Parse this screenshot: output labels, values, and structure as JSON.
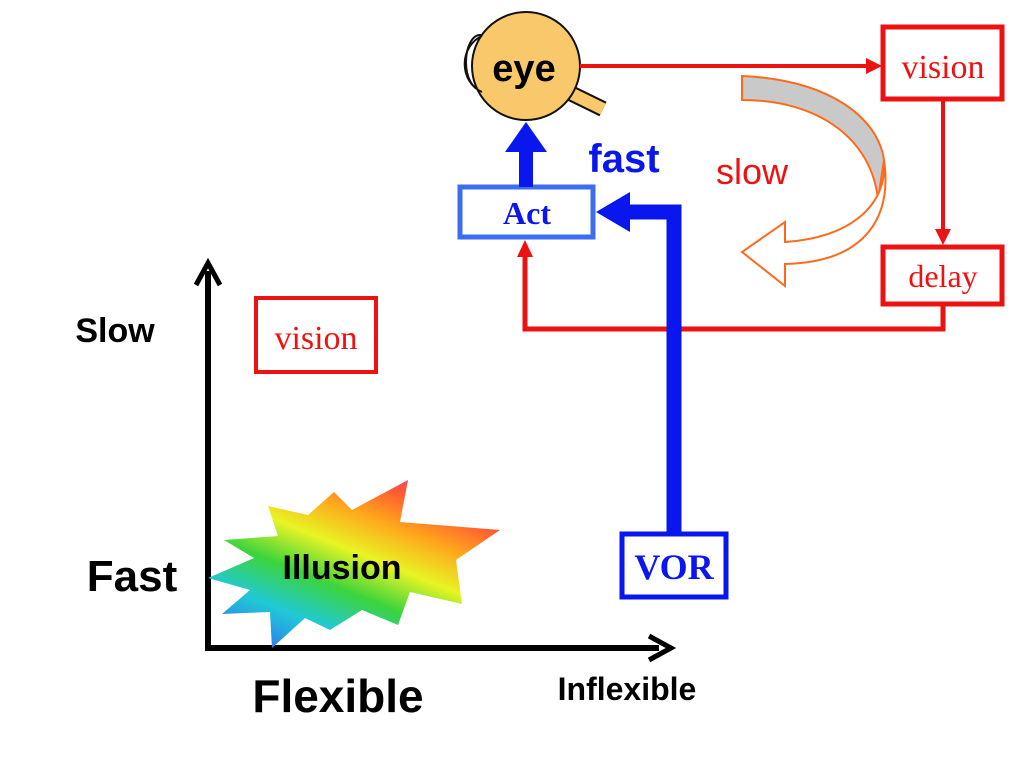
{
  "diagram": {
    "eye_label": "eye",
    "vision_label": "vision",
    "delay_label": "delay",
    "act_label": "Act",
    "vor_label": "VOR",
    "fast_label": "fast",
    "slow_label": "slow"
  },
  "graph": {
    "y_slow_label": "Slow",
    "y_fast_label": "Fast",
    "x_flexible_label": "Flexible",
    "x_inflexible_label": "Inflexible",
    "vision_box_label": "vision",
    "illusion_label": "Illusion"
  },
  "colors": {
    "red": "#ee1111",
    "blue": "#0a16ee",
    "act_border": "#3b6ef0",
    "eye_fill": "#f9c86a",
    "gray_arrow": "#c9c9c9"
  }
}
